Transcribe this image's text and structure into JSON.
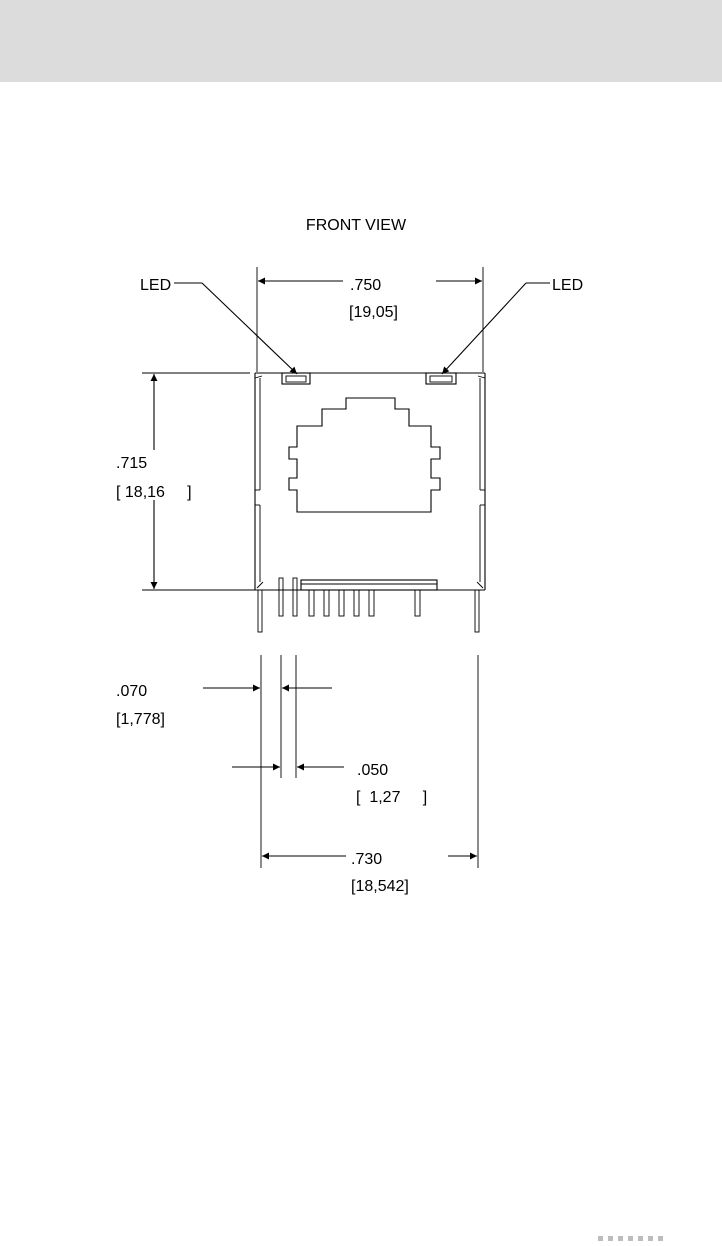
{
  "title": "FRONT VIEW",
  "callouts": {
    "led_left": "LED",
    "led_right": "LED"
  },
  "dimensions": {
    "width_top": {
      "inch": ".750",
      "mm": "[19,05]"
    },
    "height": {
      "inch": ".715",
      "mm": "[ 18,16     ]"
    },
    "pin_offset": {
      "inch": ".070",
      "mm": "[1,778]"
    },
    "pin_pitch": {
      "inch": ".050",
      "mm": "[  1,27     ]"
    },
    "width_bottom": {
      "inch": ".730",
      "mm": "[18,542]"
    }
  }
}
